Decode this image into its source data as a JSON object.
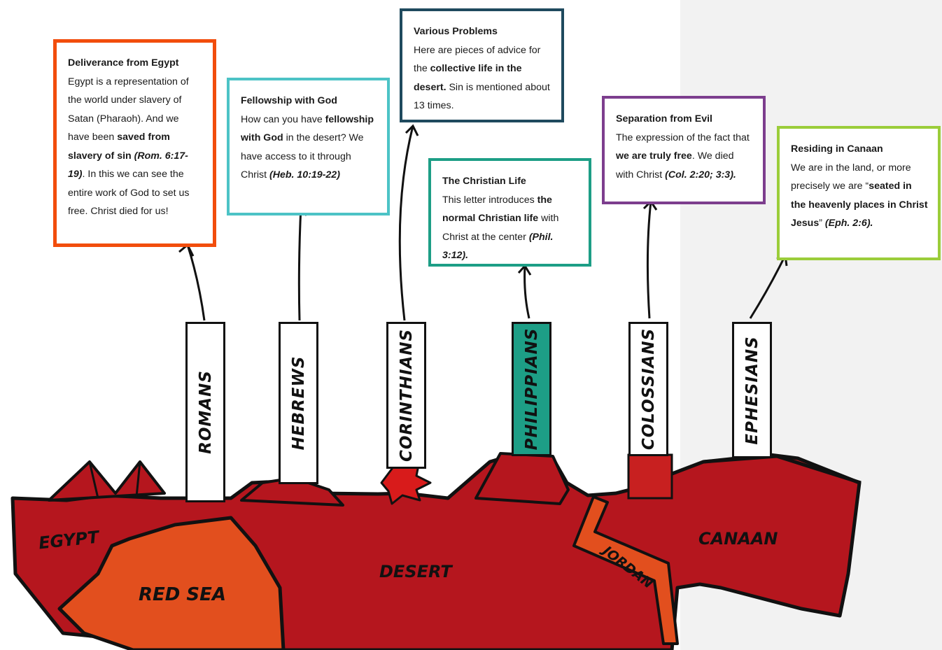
{
  "colors": {
    "land": "#b5161e",
    "water": "#e24f1e",
    "outline": "#111111",
    "highlight_pillar": "#1d9e86",
    "card_romans": "#f24d0c",
    "card_hebrews": "#4cc3c6",
    "card_corinthians": "#1f4a5e",
    "card_philippians": "#1d9e86",
    "card_colossians": "#7d3e8e",
    "card_ephesians": "#9bcd3a"
  },
  "pillars": {
    "romans": "ROMANS",
    "hebrews": "HEBREWS",
    "corinthians": "CORINTHIANS",
    "philippians": "PHILIPPIANS",
    "colossians": "COLOSSIANS",
    "ephesians": "EPHESIANS"
  },
  "regions": {
    "egypt": "EGYPT",
    "red_sea": "RED SEA",
    "desert": "DESERT",
    "jordan": "JORDAN",
    "canaan": "CANAAN"
  },
  "cards": {
    "romans": {
      "title": "Deliverance from Egypt",
      "t1": "Egypt is a representation of the world under slavery of Satan (Pharaoh).  And we have been ",
      "b1": "saved from slavery of sin",
      "ref": "(Rom. 6:17-19)",
      "t2": ". In this we can see the entire work of God to set us free. Christ died for us!"
    },
    "hebrews": {
      "title": "Fellowship with God",
      "t1": "How can you have ",
      "b1": "fellowship with God",
      "t2": " in the desert? We have access to it through Christ ",
      "ref": "(Heb. 10:19-22)"
    },
    "corinthians": {
      "title": "Various Problems",
      "t1": "Here are pieces of advice for the ",
      "b1": "collective life in the desert.",
      "t2": " Sin is mentioned about 13 times."
    },
    "philippians": {
      "title": "The Christian Life",
      "t1": "This letter introduces ",
      "b1": "the normal Christian life",
      "t2": " with Christ at the center ",
      "ref": "(Phil. 3:12)."
    },
    "colossians": {
      "title": "Separation from Evil",
      "t1": "The expression of the fact that ",
      "b1": "we are truly free",
      "t2": ". We died with Christ ",
      "ref": "(Col. 2:20; 3:3)."
    },
    "ephesians": {
      "title": "Residing in Canaan",
      "t1": "We are in the land, or more precisely we are “",
      "b1": "seated in the heavenly places in Christ Jesus",
      "t2": "” ",
      "ref": "(Eph. 2:6)."
    }
  }
}
